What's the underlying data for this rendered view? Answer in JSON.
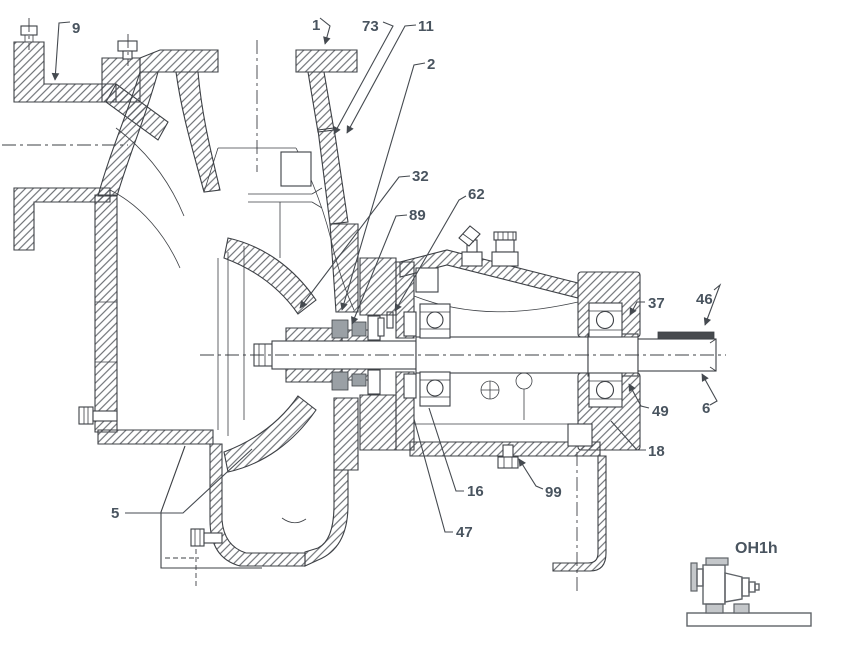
{
  "figure": {
    "kind": "technical sectional drawing",
    "subject": "overhung end-suction centrifugal pump cross-section with numbered part callouts",
    "caption": "OH1h"
  },
  "colors": {
    "background": "#ffffff",
    "line": "#3d4045",
    "hatch": "#565a5f",
    "label_text": "#49545f",
    "seal_gray": "#9aa0a5",
    "pictogram_gray": "#c4c7ca"
  },
  "callouts": [
    {
      "text": "9"
    },
    {
      "text": "1"
    },
    {
      "text": "73"
    },
    {
      "text": "11"
    },
    {
      "text": "2"
    },
    {
      "text": "32"
    },
    {
      "text": "62"
    },
    {
      "text": "89"
    },
    {
      "text": "37"
    },
    {
      "text": "46"
    },
    {
      "text": "49"
    },
    {
      "text": "6"
    },
    {
      "text": "18"
    },
    {
      "text": "16"
    },
    {
      "text": "99"
    },
    {
      "text": "47"
    },
    {
      "text": "5"
    }
  ],
  "caption": {
    "model": "OH1h"
  }
}
